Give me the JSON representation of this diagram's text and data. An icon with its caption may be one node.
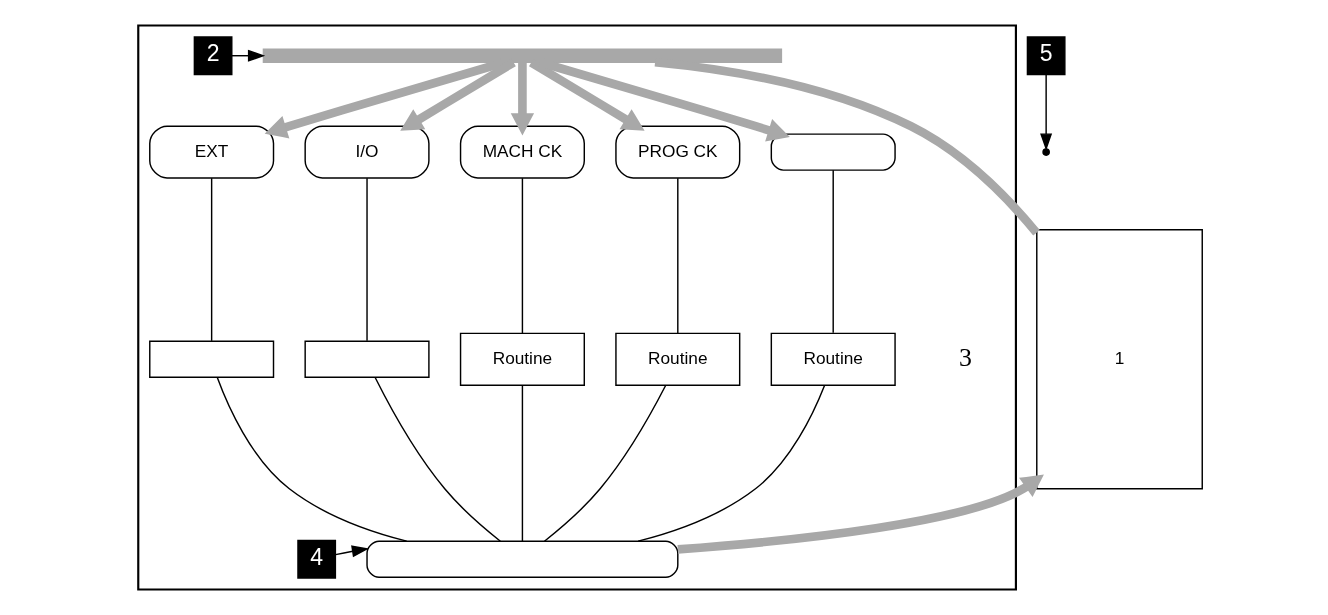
{
  "diagram": {
    "nodes": [
      {
        "text": [],
        "shape": "box"
      },
      {
        "text": [
          "2"
        ],
        "in": 0
      },
      {
        "text": [
          "EXT"
        ],
        "in": 0
      },
      {
        "text": [
          "I/O"
        ],
        "in": 0
      },
      {
        "text": [
          "MACH CK"
        ],
        "in": 0
      },
      {
        "text": [
          "PROG CK"
        ],
        "in": 0
      },
      {
        "text": [],
        "shape": "oval",
        "in": 0
      },
      {
        "text": [],
        "shape": "box",
        "in": 0
      },
      {
        "text": [],
        "shape": "box",
        "in": 0
      },
      {
        "text": [
          "Routine"
        ],
        "in": 0
      },
      {
        "text": [
          "Routine"
        ],
        "in": 0
      },
      {
        "text": [
          "Routine"
        ],
        "in": 0
      },
      {
        "text": [
          "4"
        ],
        "in": 0
      },
      {
        "text": [],
        "shape": "oval",
        "in": 0
      },
      {
        "text": [
          "5"
        ]
      },
      {
        "text": [
          "1"
        ]
      },
      {
        "text": [],
        "shape": "bar",
        "in": 0
      }
    ],
    "edges": [
      {
        "from": 15,
        "to": 16,
        "arrow": "none",
        "style": "thick",
        "color": "#a8a8a8"
      },
      {
        "from": 16,
        "to": 2,
        "arrow": "to",
        "style": "thick",
        "color": "#a8a8a8"
      },
      {
        "from": 16,
        "to": 3,
        "arrow": "to",
        "style": "thick",
        "color": "#a8a8a8"
      },
      {
        "from": 16,
        "to": 4,
        "arrow": "to",
        "style": "thick",
        "color": "#a8a8a8"
      },
      {
        "from": 16,
        "to": 5,
        "arrow": "to",
        "style": "thick",
        "color": "#a8a8a8"
      },
      {
        "from": 16,
        "to": 6,
        "arrow": "to",
        "style": "thick",
        "color": "#a8a8a8"
      },
      {
        "from": 1,
        "to": 16,
        "arrow": "to"
      },
      {
        "from": 2,
        "to": 7,
        "arrow": "none"
      },
      {
        "from": 3,
        "to": 8,
        "arrow": "none"
      },
      {
        "from": 4,
        "to": 9,
        "arrow": "none"
      },
      {
        "from": 5,
        "to": 10,
        "arrow": "none"
      },
      {
        "from": 6,
        "to": 11,
        "arrow": "none"
      },
      {
        "from": 7,
        "to": 13,
        "arrow": "none"
      },
      {
        "from": 8,
        "to": 13,
        "arrow": "none"
      },
      {
        "from": 9,
        "to": 13,
        "arrow": "none"
      },
      {
        "from": 10,
        "to": 13,
        "arrow": "none"
      },
      {
        "from": 11,
        "to": 13,
        "arrow": "none"
      },
      {
        "from": 12,
        "to": 13,
        "arrow": "to"
      },
      {
        "from": 13,
        "to": 15,
        "arrow": "to",
        "style": "thick",
        "color": "#a8a8a8"
      },
      {
        "from": 14,
        "to": null,
        "arrow": "to"
      }
    ],
    "labels": [
      "3"
    ]
  }
}
